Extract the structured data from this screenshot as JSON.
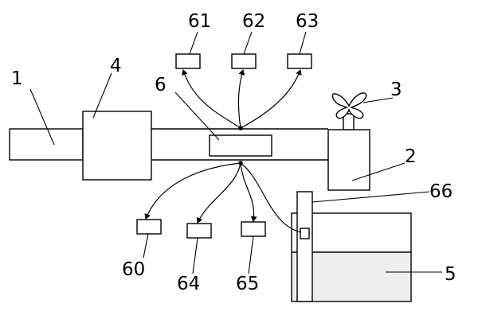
{
  "labels": {
    "label_1": "1",
    "label_2": "2",
    "label_3": "3",
    "label_4": "4",
    "label_5": "5",
    "label_6": "6",
    "label_60": "60",
    "label_61": "61",
    "label_62": "62",
    "label_63": "63",
    "label_64": "64",
    "label_65": "65",
    "label_66": "66"
  },
  "colors": {
    "stroke": "#000000",
    "background": "#ffffff",
    "liquid_fill": "#eeeeee"
  },
  "icons": {
    "valve": "valve-handle-icon"
  }
}
